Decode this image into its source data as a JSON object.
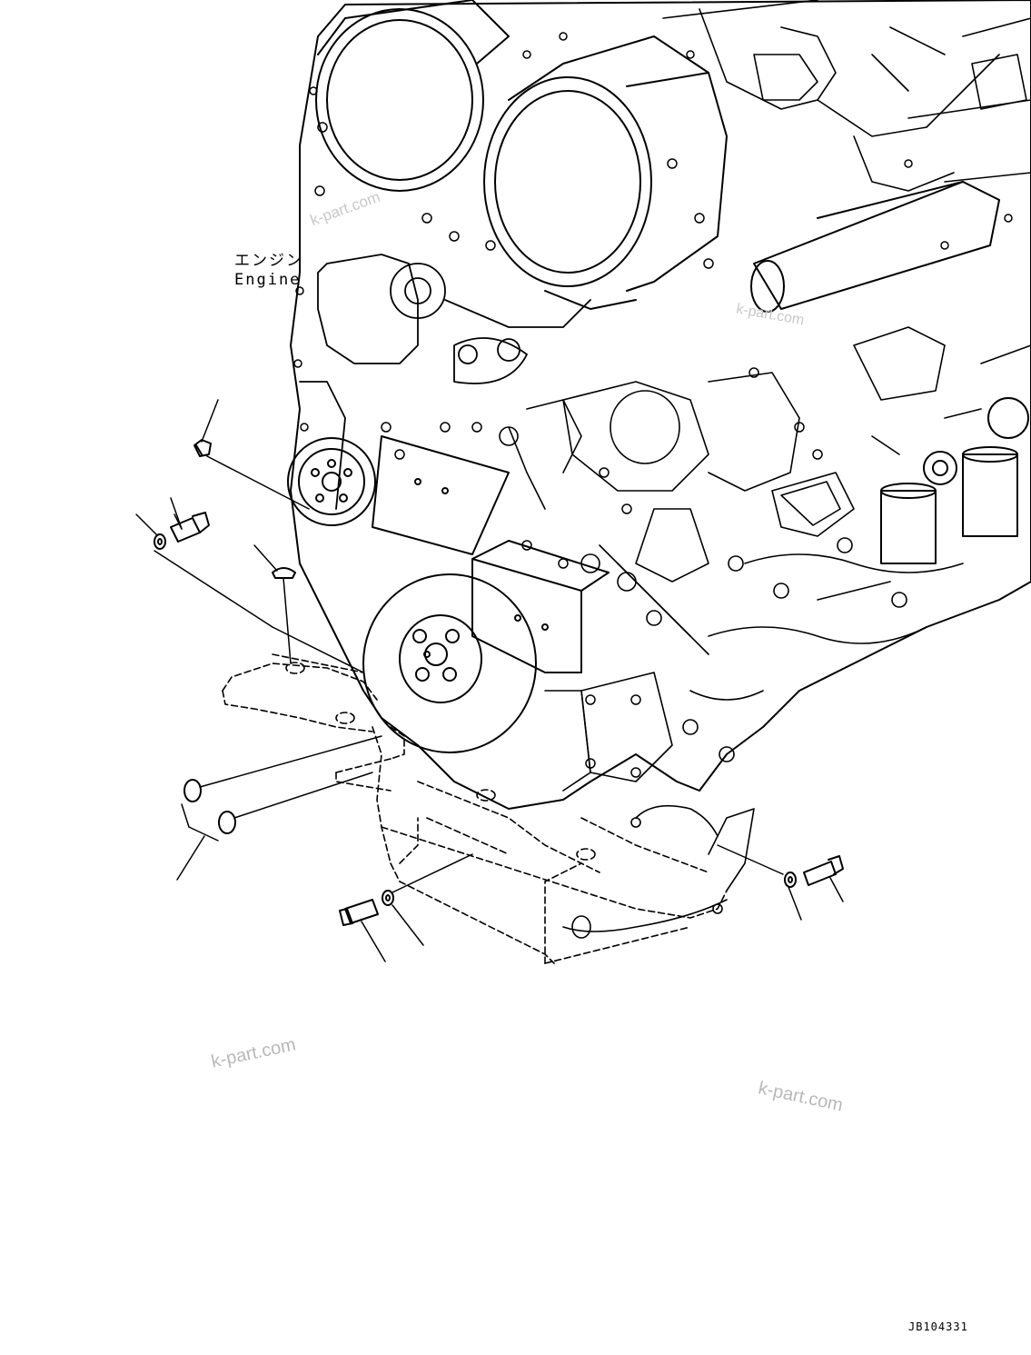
{
  "labels": {
    "engine_jp": "エンジン",
    "engine_en": "Engine"
  },
  "watermarks": [
    "k-part.com",
    "k-part.com",
    "k-part.com",
    "k-part.com"
  ],
  "document_code": "JB104331"
}
